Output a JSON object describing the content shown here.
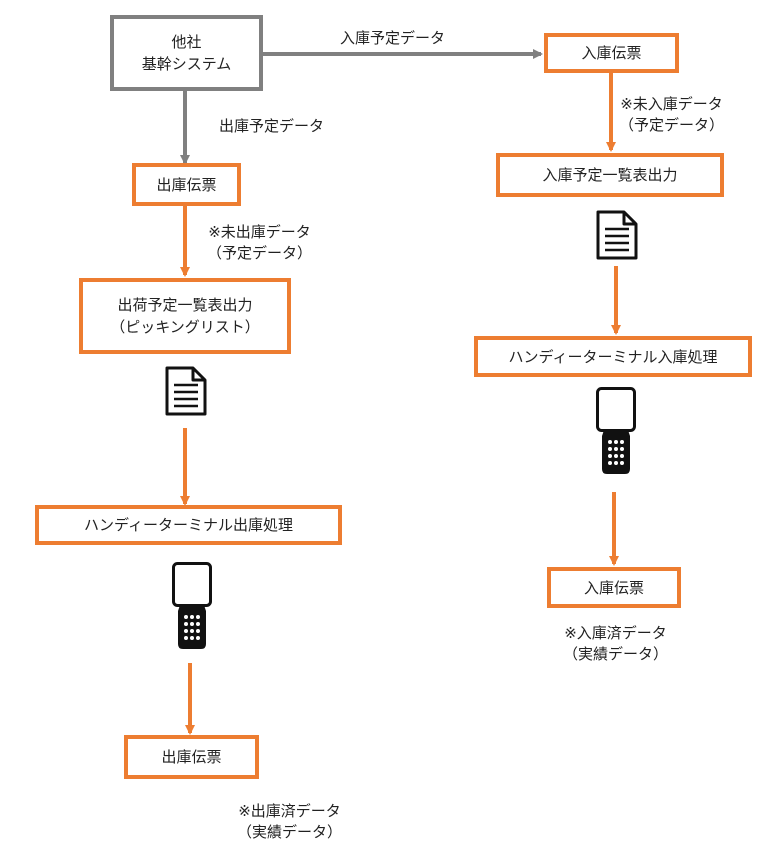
{
  "colors": {
    "orange": "#ed7d31",
    "gray": "#808080",
    "text": "#222222"
  },
  "nodes": {
    "source_system": {
      "line1": "他社",
      "line2": "基幹システム"
    },
    "out_slip_1": "出庫伝票",
    "out_list": {
      "line1": "出荷予定一覧表出力",
      "line2": "（ピッキングリスト）"
    },
    "out_handy": "ハンディーターミナル出庫処理",
    "out_slip_2": "出庫伝票",
    "in_slip_1": "入庫伝票",
    "in_list": "入庫予定一覧表出力",
    "in_handy": "ハンディーターミナル入庫処理",
    "in_slip_2": "入庫伝票"
  },
  "labels": {
    "in_plan_data": "入庫予定データ",
    "out_plan_data": "出庫予定データ",
    "out_unshipped": {
      "line1": "※未出庫データ",
      "line2": "（予定データ）"
    },
    "in_unreceived": {
      "line1": "※未入庫データ",
      "line2": "（予定データ）"
    },
    "in_done": {
      "line1": "※入庫済データ",
      "line2": "（実績データ）"
    },
    "out_done": {
      "line1": "※出庫済データ",
      "line2": "（実績データ）"
    }
  },
  "icons": {
    "document": "document-icon",
    "handy_terminal": "handy-terminal-icon"
  }
}
